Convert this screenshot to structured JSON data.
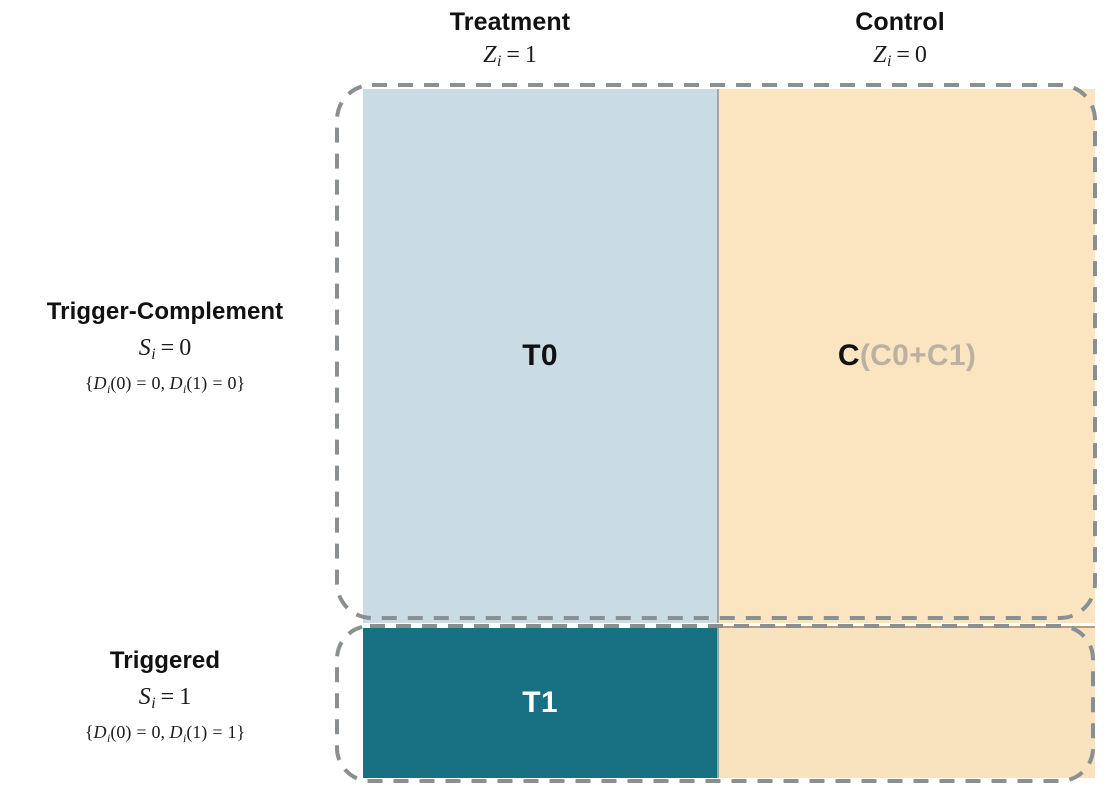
{
  "figure": {
    "type": "2x2-assignment-grid",
    "columns": [
      {
        "key": "treatment",
        "title": "Treatment",
        "math_var": "Z",
        "math_sub": "i",
        "math_value": "1"
      },
      {
        "key": "control",
        "title": "Control",
        "math_var": "Z",
        "math_sub": "i",
        "math_value": "0"
      }
    ],
    "rows": [
      {
        "key": "trigger-complement",
        "title": "Trigger-Complement",
        "math_var": "S",
        "math_sub": "i",
        "math_value": "0",
        "potential_outcomes": {
          "open": "{",
          "close": "}",
          "first_var": "D",
          "first_sub": "i",
          "first_arg": "(0)",
          "first_value": "0",
          "sep": ", ",
          "second_var": "D",
          "second_sub": "i",
          "second_arg": "(1)",
          "second_value": "0"
        }
      },
      {
        "key": "triggered",
        "title": "Triggered",
        "math_var": "S",
        "math_sub": "i",
        "math_value": "1",
        "potential_outcomes": {
          "open": "{",
          "close": "}",
          "first_var": "D",
          "first_sub": "i",
          "first_arg": "(0)",
          "first_value": "0",
          "sep": ", ",
          "second_var": "D",
          "second_sub": "i",
          "second_arg": "(1)",
          "second_value": "1"
        }
      }
    ],
    "cells": [
      {
        "key": "t0",
        "row": "trigger-complement",
        "column": "treatment",
        "label": "T0",
        "label_extra": "",
        "fill": "#c9dce3",
        "text_color": "#111111"
      },
      {
        "key": "c",
        "row": "trigger-complement",
        "column": "control",
        "label": "C",
        "label_extra": "(C0+C1)",
        "fill": "#fae5c0",
        "text_color": "#111111"
      },
      {
        "key": "t1",
        "row": "triggered",
        "column": "treatment",
        "label": "T1",
        "label_extra": "",
        "fill": "#177183",
        "text_color": "#ffffff"
      },
      {
        "key": "c1",
        "row": "triggered",
        "column": "control",
        "label": "",
        "label_extra": "",
        "fill": "#f9e3bf",
        "text_color": "#111111"
      }
    ],
    "colors": {
      "treatment_light": "#c9dce3",
      "treatment_dark": "#177183",
      "control_tan": "#fae5c0",
      "muted_label": "#bcb1a0",
      "dash_gray": "#8a8f91",
      "dash_tan": "#b79a72",
      "divider": "#9aa9ad",
      "brown_rule": "#b08b5c",
      "background": "#ffffff"
    },
    "groupings": [
      {
        "key": "trigger-complement-group",
        "style": "dashed-rounded-rect",
        "encloses": [
          "t0",
          "c"
        ]
      },
      {
        "key": "triggered-group",
        "style": "dashed-rounded-rect",
        "encloses": [
          "t1",
          "c1"
        ]
      }
    ]
  }
}
